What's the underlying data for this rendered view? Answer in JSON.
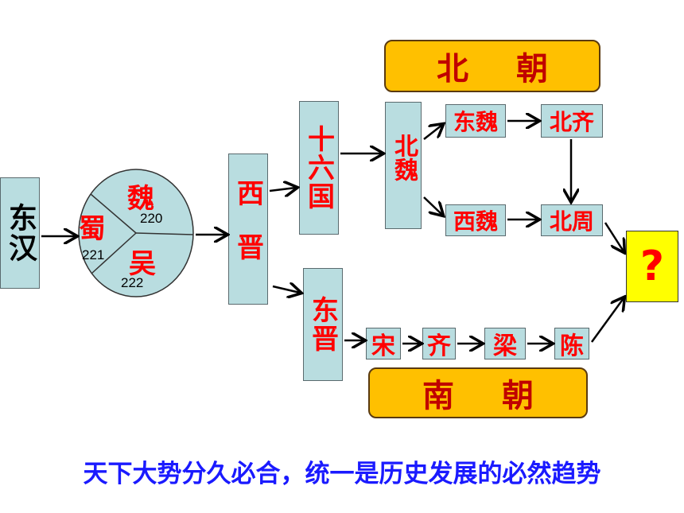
{
  "banners": {
    "north": "北朝",
    "south": "南朝"
  },
  "boxes": {
    "dong_han": "东汉",
    "xi_jin": "西晋",
    "shiliu_guo": "十六国",
    "bei_wei": "北魏",
    "dong_wei": "东魏",
    "bei_qi": "北齐",
    "xi_wei": "西魏",
    "bei_zhou": "北周",
    "dong_jin": "东晋",
    "song": "宋",
    "qi": "齐",
    "liang": "梁",
    "chen": "陈",
    "unknown": "?"
  },
  "three_kingdoms": {
    "wei": {
      "name": "魏",
      "year": "220"
    },
    "shu": {
      "name": "蜀",
      "year": "221"
    },
    "wu": {
      "name": "吴",
      "year": "222"
    }
  },
  "caption": "天下大势分久必合，统一是历史发展的必然趋势",
  "colors": {
    "box_fill": "#b9dde0",
    "box_text": "#ff0000",
    "banner_fill": "#ffc000",
    "banner_text": "#c00000",
    "unknown_fill": "#ffff00",
    "caption": "#1a1aff"
  }
}
